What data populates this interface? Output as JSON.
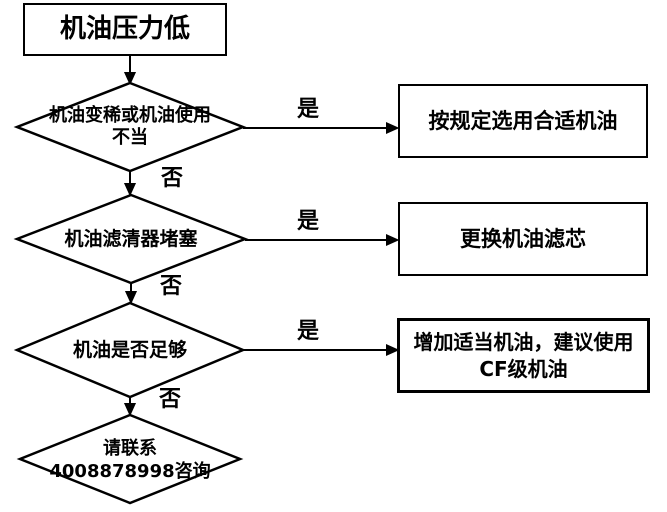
{
  "flowchart": {
    "start": {
      "label": "机油压力低"
    },
    "decisions": {
      "d1": {
        "line1": "机油变稀或机油使用",
        "line2": "不当"
      },
      "d2": {
        "label": "机油滤清器堵塞"
      },
      "d3": {
        "label": "机油是否足够"
      },
      "d4": {
        "line1": "请联系",
        "line2": "4008878998咨询"
      }
    },
    "actions": {
      "a1": {
        "label": "按规定选用合适机油"
      },
      "a2": {
        "label": "更换机油滤芯"
      },
      "a3": {
        "line1": "增加适当机油，建议使用",
        "line2": "CF级机油"
      }
    },
    "branch_labels": {
      "yes": "是",
      "no": "否"
    },
    "colors": {
      "line": "#000000",
      "background": "#ffffff",
      "text": "#000000"
    }
  }
}
